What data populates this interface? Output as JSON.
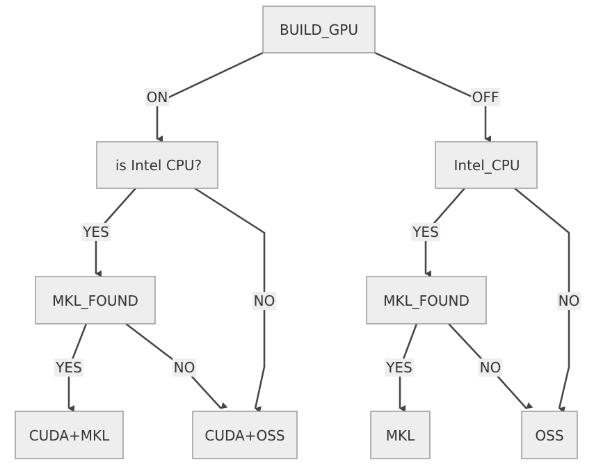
{
  "nodes": {
    "build_gpu": "BUILD_GPU",
    "is_intel_cpu": "is Intel CPU?",
    "intel_cpu": "Intel_CPU",
    "mkl_found_left": "MKL_FOUND",
    "mkl_found_right": "MKL_FOUND",
    "cuda_mkl": "CUDA+MKL",
    "cuda_oss": "CUDA+OSS",
    "mkl": "MKL",
    "oss": "OSS"
  },
  "edges": {
    "build_to_isintel": "ON",
    "build_to_intelcpu": "OFF",
    "isintel_to_mkl": "YES",
    "isintel_to_cudaoss": "NO",
    "intelcpu_to_mkl": "YES",
    "intelcpu_to_oss": "NO",
    "mklleft_to_cudamkl": "YES",
    "mklleft_to_cudaoss": "NO",
    "mklright_to_mkl": "YES",
    "mklright_to_oss": "NO"
  }
}
